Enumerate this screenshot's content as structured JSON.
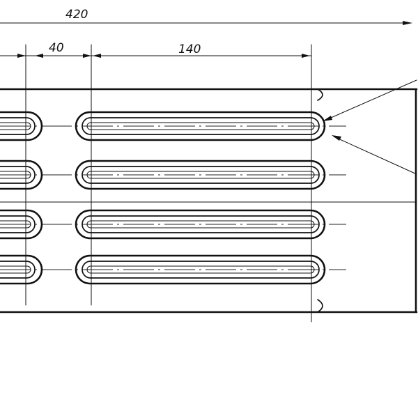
{
  "dimensions": {
    "total": "420",
    "gap": "40",
    "slot_length": "140"
  },
  "slot_rows": 4,
  "colors": {
    "ink": "#111111",
    "paper": "#ffffff"
  }
}
